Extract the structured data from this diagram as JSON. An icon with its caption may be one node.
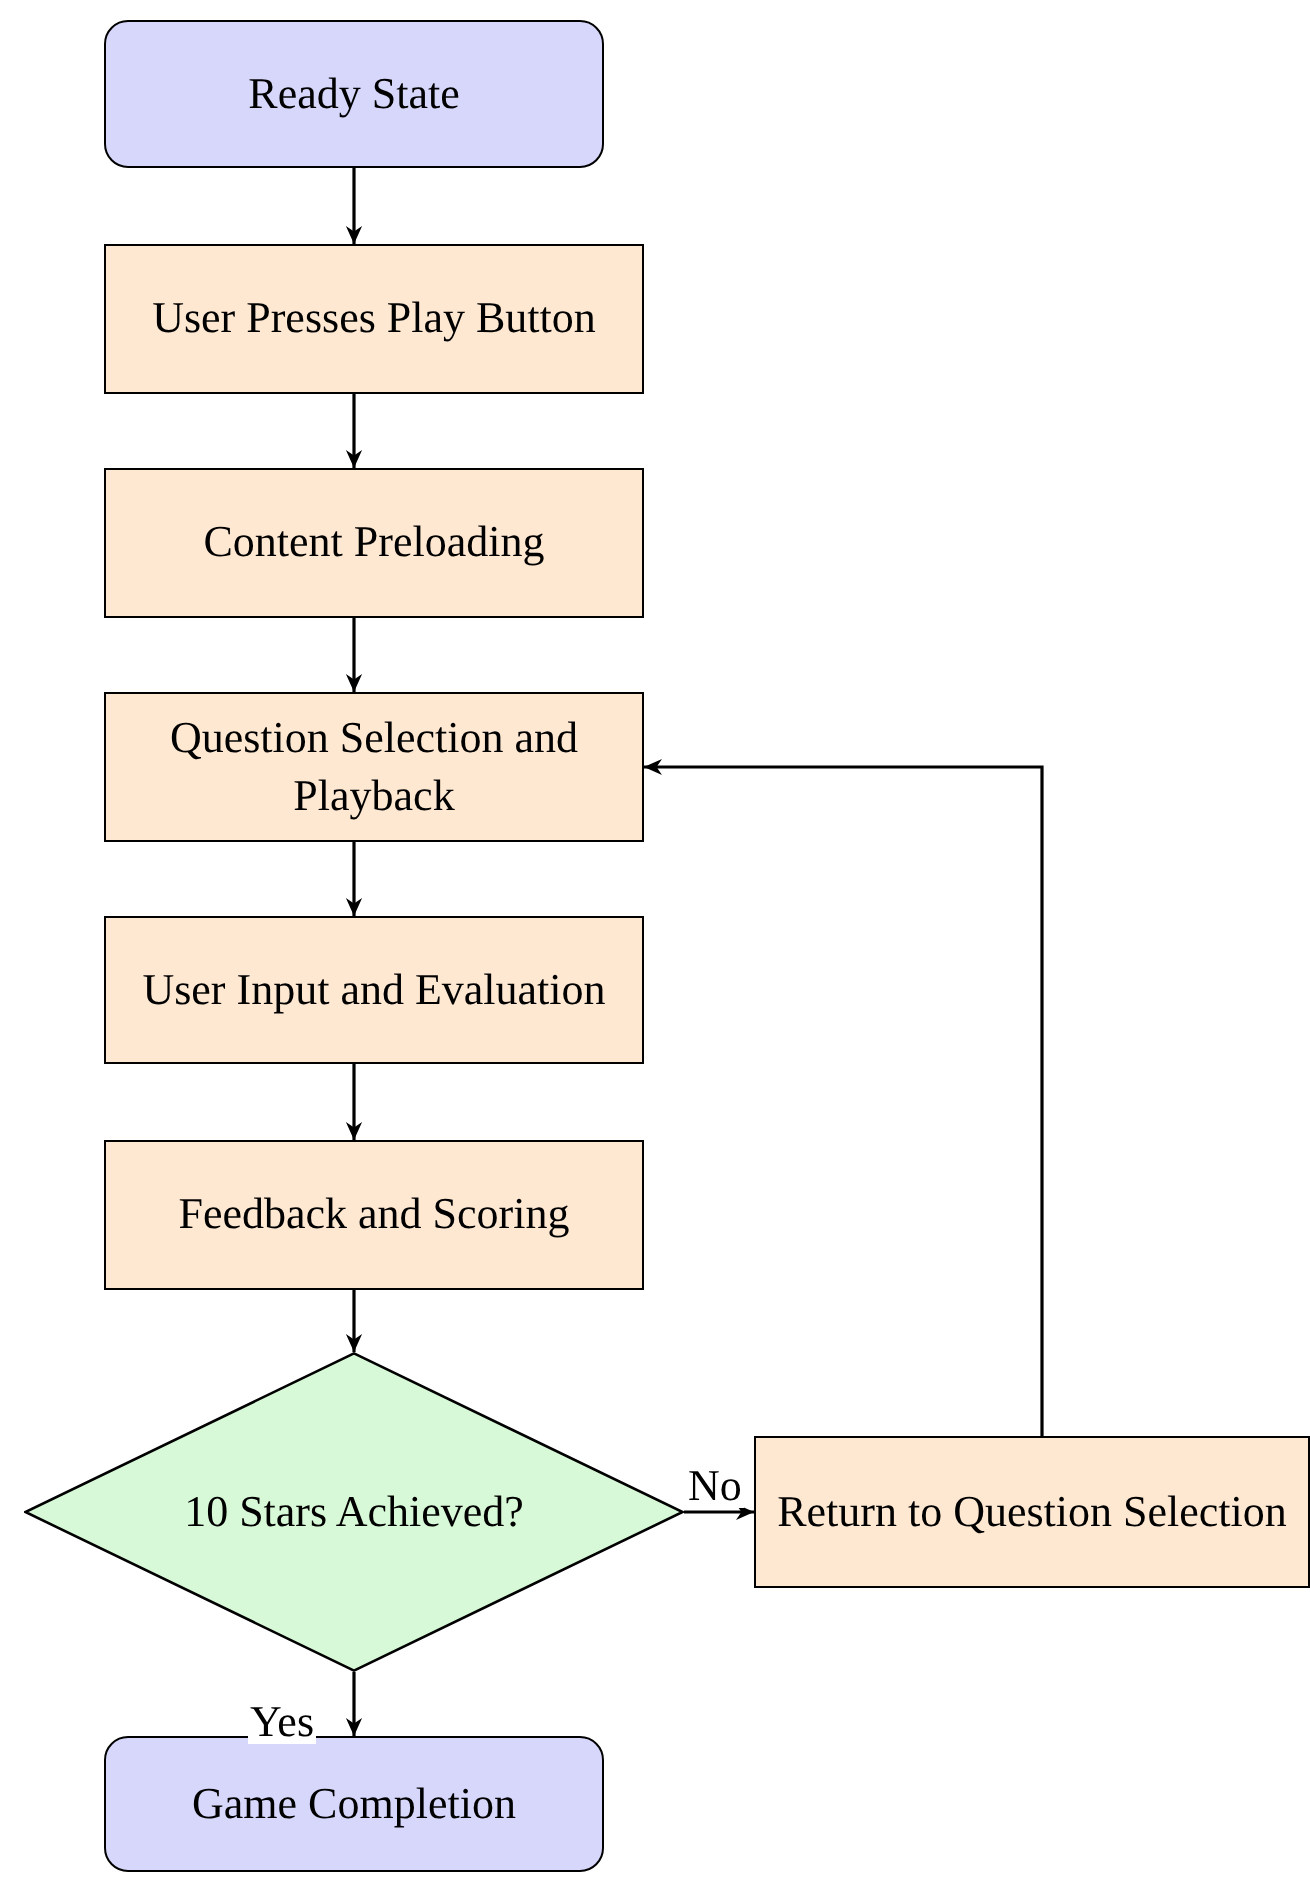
{
  "diagram": {
    "nodes": [
      {
        "text": [
          "Ready State"
        ]
      },
      {
        "text": [
          "User Presses Play Button"
        ]
      },
      {
        "text": [
          "Content Preloading"
        ]
      },
      {
        "text": [
          "Question Selection and Playback"
        ]
      },
      {
        "text": [
          "User Input and Evaluation"
        ]
      },
      {
        "text": [
          "Feedback and Scoring"
        ]
      },
      {
        "text": [
          "10 Stars Achieved?"
        ]
      },
      {
        "text": [
          "Return to Question Selection"
        ]
      },
      {
        "text": [
          "Game Completion"
        ]
      }
    ],
    "edges": [
      {
        "from": 0,
        "to": 1,
        "arrow": "to"
      },
      {
        "from": 1,
        "to": 2,
        "arrow": "to"
      },
      {
        "from": 2,
        "to": 3,
        "arrow": "to"
      },
      {
        "from": 3,
        "to": 4,
        "arrow": "to"
      },
      {
        "from": 4,
        "to": 5,
        "arrow": "to"
      },
      {
        "from": 5,
        "to": 6,
        "arrow": "to"
      },
      {
        "from": 6,
        "to": 7,
        "arrow": "to",
        "label": "No"
      },
      {
        "from": 7,
        "to": 3,
        "arrow": "to"
      },
      {
        "from": 6,
        "to": 8,
        "arrow": "to",
        "label": "Yes"
      }
    ]
  }
}
